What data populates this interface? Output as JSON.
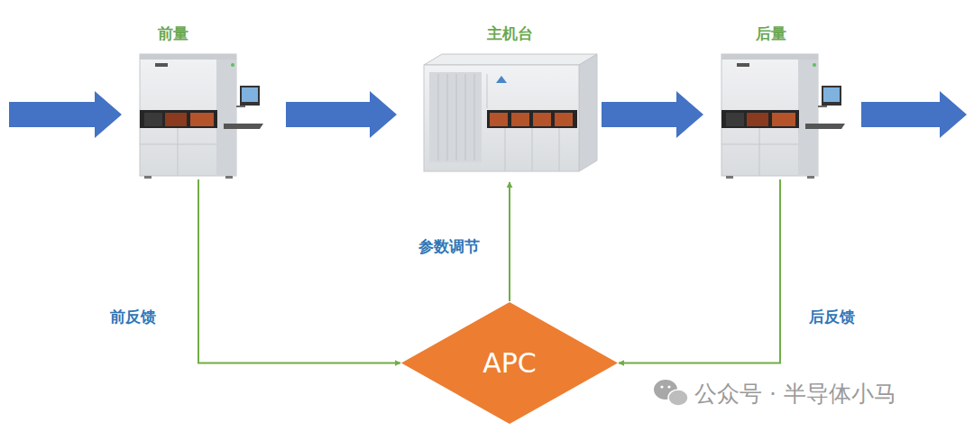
{
  "diagram": {
    "nodes": [
      {
        "text": [
          "前量"
        ]
      },
      {
        "text": [
          "主机台"
        ]
      },
      {
        "text": [
          "后量"
        ]
      },
      {
        "text": [
          "APC"
        ]
      }
    ],
    "edges": [
      {
        "from": 0,
        "to": 1,
        "arrow": "to"
      },
      {
        "from": 1,
        "to": 2,
        "arrow": "to"
      },
      {
        "from": 0,
        "to": 3,
        "label": "前反馈",
        "arrow": "to"
      },
      {
        "from": 2,
        "to": 3,
        "label": "后反馈",
        "arrow": "to"
      },
      {
        "from": 3,
        "to": 1,
        "label": "参数调节",
        "arrow": "to"
      }
    ],
    "labels": [
      "公众号 · 半导体小马"
    ]
  }
}
